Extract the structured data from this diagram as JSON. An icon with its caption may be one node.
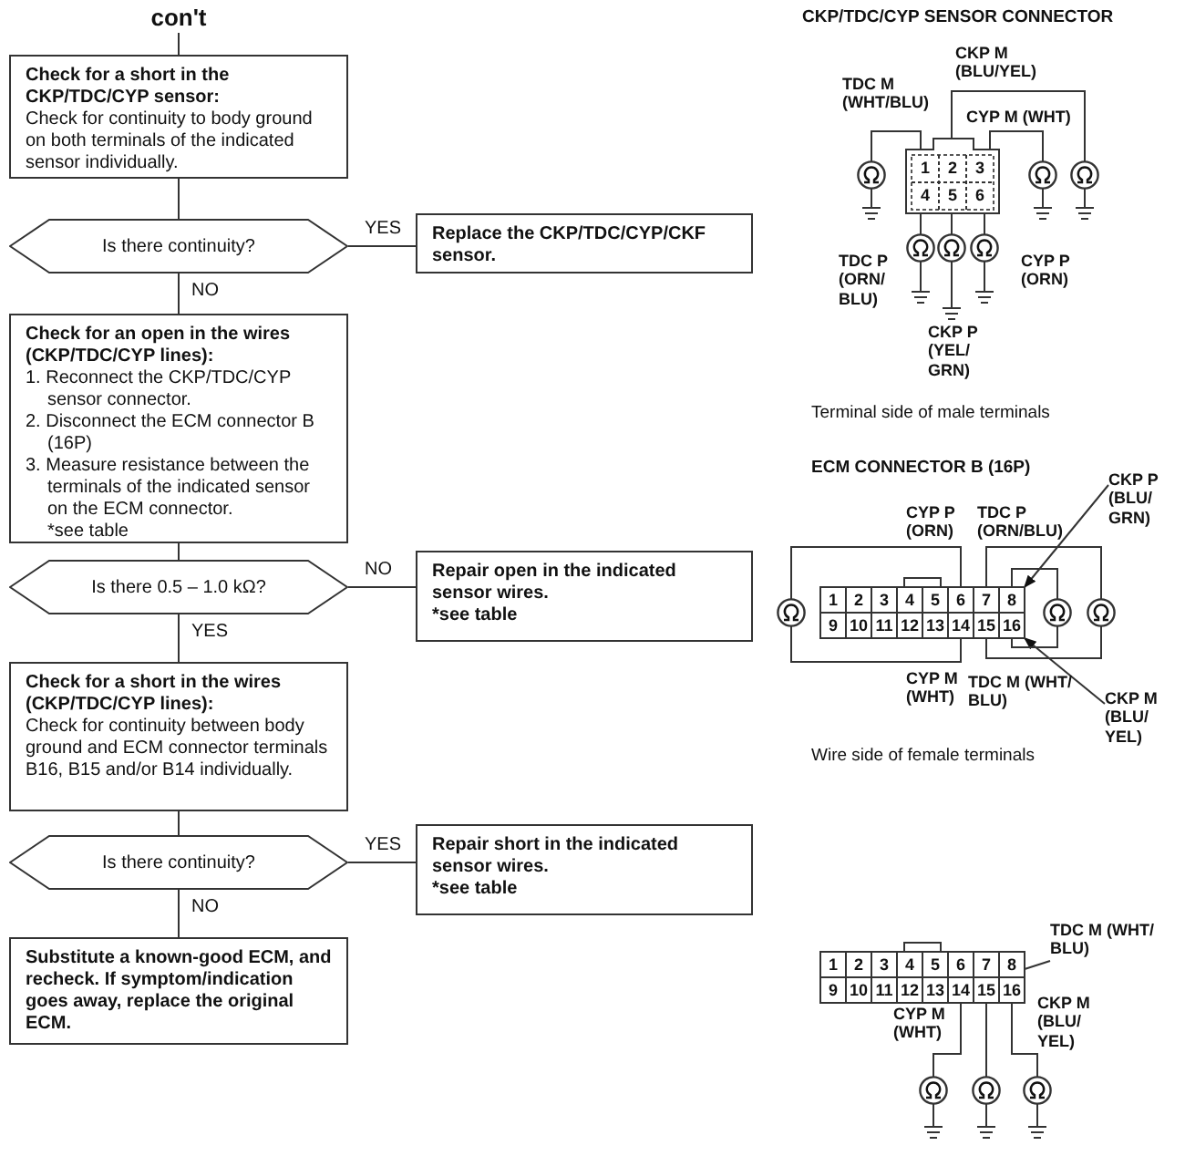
{
  "diagram": {
    "nodes": [
      {
        "text": [
          "con't"
        ]
      },
      {
        "text": [
          "Check for a short in the CKP/TDC/CYP sensor:",
          "Check for continuity to body ground on both terminals of the indicated sensor individually."
        ]
      },
      {
        "text": [
          "Is there continuity?"
        ]
      },
      {
        "text": [
          "Replace the CKP/TDC/CYP/CKF sensor."
        ]
      },
      {
        "text": [
          "Check for an open in the wires (CKP/TDC/CYP lines):",
          "1. Reconnect the CKP/TDC/CYP sensor connector.",
          "2. Disconnect the ECM connector B (16P)",
          "3. Measure resistance between the terminals of the indicated sensor on the ECM connector.",
          "*see table"
        ]
      },
      {
        "text": [
          "Is there 0.5 – 1.0 kΩ?"
        ]
      },
      {
        "text": [
          "Repair open in the indicated sensor wires.",
          "*see table"
        ]
      },
      {
        "text": [
          "Check for a short in the wires (CKP/TDC/CYP lines):",
          "Check for continuity between body ground and ECM connector terminals B16, B15 and/or B14 individually."
        ]
      },
      {
        "text": [
          "Is there continuity?"
        ]
      },
      {
        "text": [
          "Repair short in the indicated sensor wires.",
          "*see table"
        ]
      },
      {
        "text": [
          "Substitute a known-good ECM, and recheck. If symptom/indication goes away, replace the original ECM."
        ]
      },
      {
        "text": [
          "CKP P (BLU/ GRN)"
        ]
      },
      {
        "text": [
          "CKP M (BLU/ YEL)"
        ]
      },
      {
        "text": [
          "TDC M (WHT/ BLU)"
        ]
      },
      {
        "text": [
          "8"
        ]
      },
      {
        "text": [
          "16"
        ]
      },
      {
        "text": [
          "15"
        ]
      }
    ],
    "edges": [
      {
        "from": 0,
        "to": 1,
        "arrow": "none"
      },
      {
        "from": 1,
        "to": 2,
        "arrow": "none"
      },
      {
        "from": 2,
        "to": 3,
        "arrow": "none",
        "label": "YES"
      },
      {
        "from": 2,
        "to": 4,
        "arrow": "none",
        "label": "NO"
      },
      {
        "from": 4,
        "to": 5,
        "arrow": "none"
      },
      {
        "from": 5,
        "to": 6,
        "arrow": "none",
        "label": "NO"
      },
      {
        "from": 5,
        "to": 7,
        "arrow": "none",
        "label": "YES"
      },
      {
        "from": 7,
        "to": 8,
        "arrow": "none"
      },
      {
        "from": 8,
        "to": 9,
        "arrow": "none",
        "label": "YES"
      },
      {
        "from": 8,
        "to": 10,
        "arrow": "none",
        "label": "NO"
      },
      {
        "from": 11,
        "to": 14,
        "arrow": "to"
      },
      {
        "from": 12,
        "to": 15,
        "arrow": "to"
      },
      {
        "from": 13,
        "to": 16,
        "arrow": "to"
      }
    ],
    "labels": [
      "CKP/TDC/CYP SENSOR CONNECTOR",
      "CKP M (BLU/YEL)",
      "TDC M (WHT/BLU)",
      "CYP M (WHT)",
      "1",
      "2",
      "3",
      "4",
      "5",
      "6",
      "TDC P (ORN/ BLU)",
      "CYP P (ORN)",
      "CKP P (YEL/ GRN)",
      "Terminal side of male terminals",
      "ECM CONNECTOR B (16P)",
      "CYP P (ORN)",
      "TDC P (ORN/BLU)",
      "1",
      "2",
      "3",
      "4",
      "5",
      "6",
      "7",
      "9",
      "10",
      "11",
      "12",
      "13",
      "14",
      "15",
      "CYP M (WHT)",
      "TDC M (WHT/ BLU)",
      "Wire side of female terminals",
      "1",
      "2",
      "3",
      "4",
      "5",
      "6",
      "7",
      "8",
      "9",
      "10",
      "11",
      "12",
      "13",
      "14",
      "16",
      "CYP M (WHT)",
      "CKP M (BLU/ YEL)"
    ]
  }
}
